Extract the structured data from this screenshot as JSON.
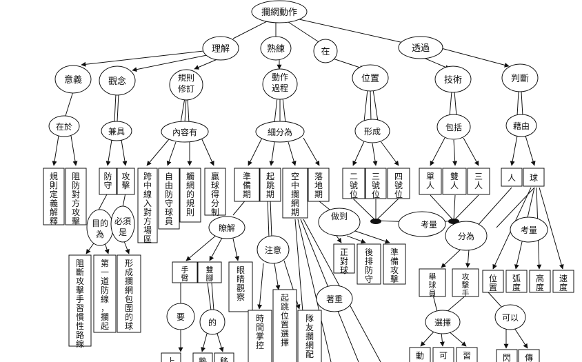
{
  "title": "攔網動作",
  "connectors": {
    "understand": "理解",
    "practice": "熟練",
    "at": "在",
    "through": "透過"
  },
  "level2": {
    "meaning": "意義",
    "concept": "觀念",
    "rules": "規則修訂",
    "process": "動作過程",
    "position": "位置",
    "technique": "技術",
    "judge": "判斷"
  },
  "level3": {
    "lies_in": "在於",
    "has": "兼具",
    "content": "內容有",
    "subdivide": "細分為",
    "form": "形成",
    "include": "包括",
    "by": "藉由"
  },
  "leaves": {
    "meaning": [
      "規則定義解釋",
      "阻防對方攻擊"
    ],
    "concept": [
      "防守",
      "攻擊"
    ],
    "rules": [
      "跨中線入對方場區",
      "自由防守球員",
      "觸網的規則",
      "贏球得分制"
    ],
    "process": [
      "準備期",
      "起跳期",
      "空中攔網期",
      "落地期"
    ],
    "position": [
      "二號位",
      "三號位",
      "四號位"
    ],
    "technique": [
      "單人",
      "雙人",
      "三人"
    ],
    "judge": [
      "人",
      "球"
    ]
  },
  "concept_detail": {
    "purpose": "目的為",
    "must": "必須是",
    "items": [
      "阻斷攻擊手習慣性路線",
      "第一道防線，攔起",
      "形成攔網包圍的球"
    ]
  },
  "prep": {
    "understand": "瞭解",
    "parts": [
      "手臂",
      "雙腳",
      "眼睛觀察"
    ],
    "want": "要",
    "of": "的"
  },
  "jump": {
    "notice": "注意",
    "items": [
      "時間掌控",
      "起跳位置選擇",
      "隊友攔網配合"
    ],
    "focus": "著重"
  },
  "landing": {
    "do": "做到",
    "items": [
      "正對球",
      "後排防守",
      "準備攻擊"
    ]
  },
  "consider": "考量",
  "divided": "分為",
  "roles": [
    "舉球員",
    "攻擊手"
  ],
  "choose": "選擇",
  "ball_factors": [
    "位置",
    "弧度",
    "高度",
    "速度"
  ],
  "can": "可以",
  "cutoff": {
    "arm": "上",
    "feet": [
      "熟",
      "移"
    ],
    "choose": [
      "動",
      "可",
      "習"
    ],
    "can": [
      "閃",
      "傳"
    ]
  }
}
